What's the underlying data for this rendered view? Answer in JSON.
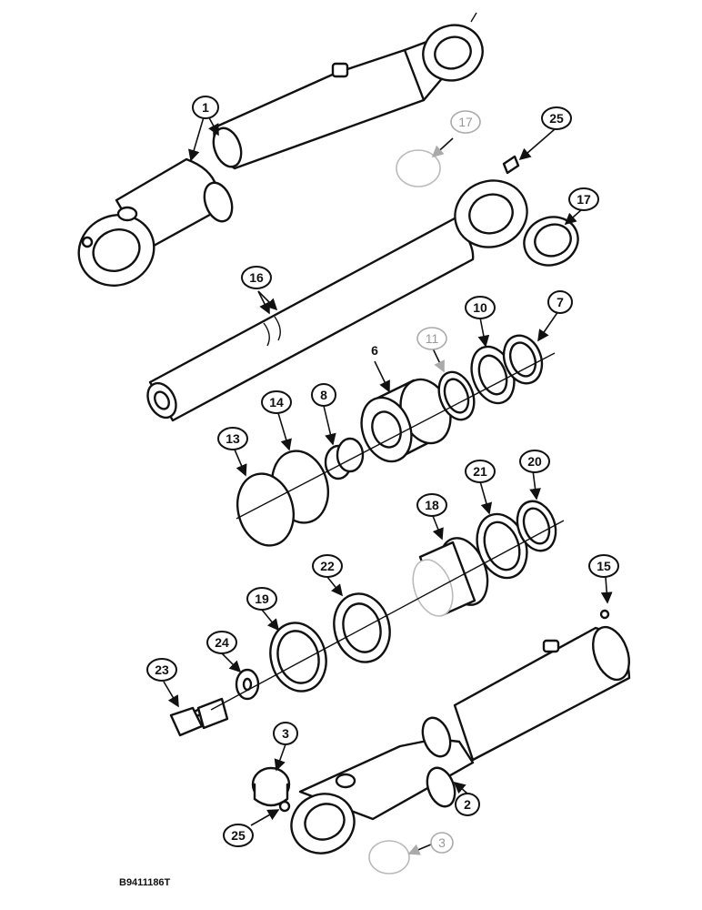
{
  "figure_id": "B9411186T",
  "callouts": {
    "c1": "1",
    "c2": "2",
    "c3a": "3",
    "c3b": "3",
    "c6": "6",
    "c7": "7",
    "c8": "8",
    "c10": "10",
    "c11": "11",
    "c13": "13",
    "c14": "14",
    "c15": "15",
    "c16": "16",
    "c17a": "17",
    "c17b": "17",
    "c18": "18",
    "c19": "19",
    "c20": "20",
    "c21": "21",
    "c22": "22",
    "c23": "23",
    "c24": "24",
    "c25a": "25",
    "c25b": "25"
  },
  "colors": {
    "line": "#111111",
    "faint": "#aaaaaa",
    "background": "#ffffff"
  }
}
